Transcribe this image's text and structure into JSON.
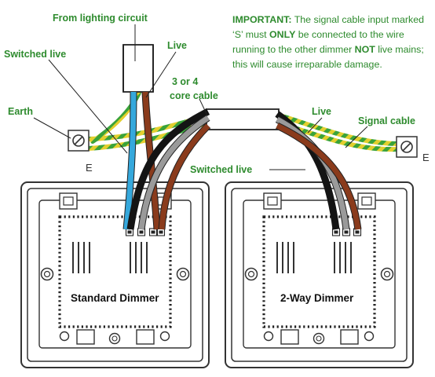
{
  "labels": {
    "from_lighting_circuit": "From lighting circuit",
    "switched_live_left": "Switched live",
    "live_left": "Live",
    "core_cable_line1": "3 or 4",
    "core_cable_line2": "core cable",
    "earth": "Earth",
    "earth_e_left": "E",
    "live_right": "Live",
    "signal_cable": "Signal cable",
    "switched_live_right": "Switched live",
    "earth_e_right": "E"
  },
  "note": {
    "lead": "IMPORTANT:",
    "text1": " The signal cable input marked ‘S’ must ",
    "only": "ONLY",
    "text2": " be connected to the wire running to the other dimmer ",
    "not": "NOT",
    "text3": " live mains; this will cause irreparable damage."
  },
  "dimmers": {
    "standard": "Standard Dimmer",
    "two_way": "2-Way Dimmer"
  },
  "colors": {
    "label_green": "#2e8b2e",
    "live_brown": "#8a3b1c",
    "neutral_blue": "#35a8dc",
    "black_wire": "#141414",
    "grey_wire": "#9a9a9a",
    "earth_green": "#3aa33a",
    "earth_yellow": "#e3cf2e"
  }
}
